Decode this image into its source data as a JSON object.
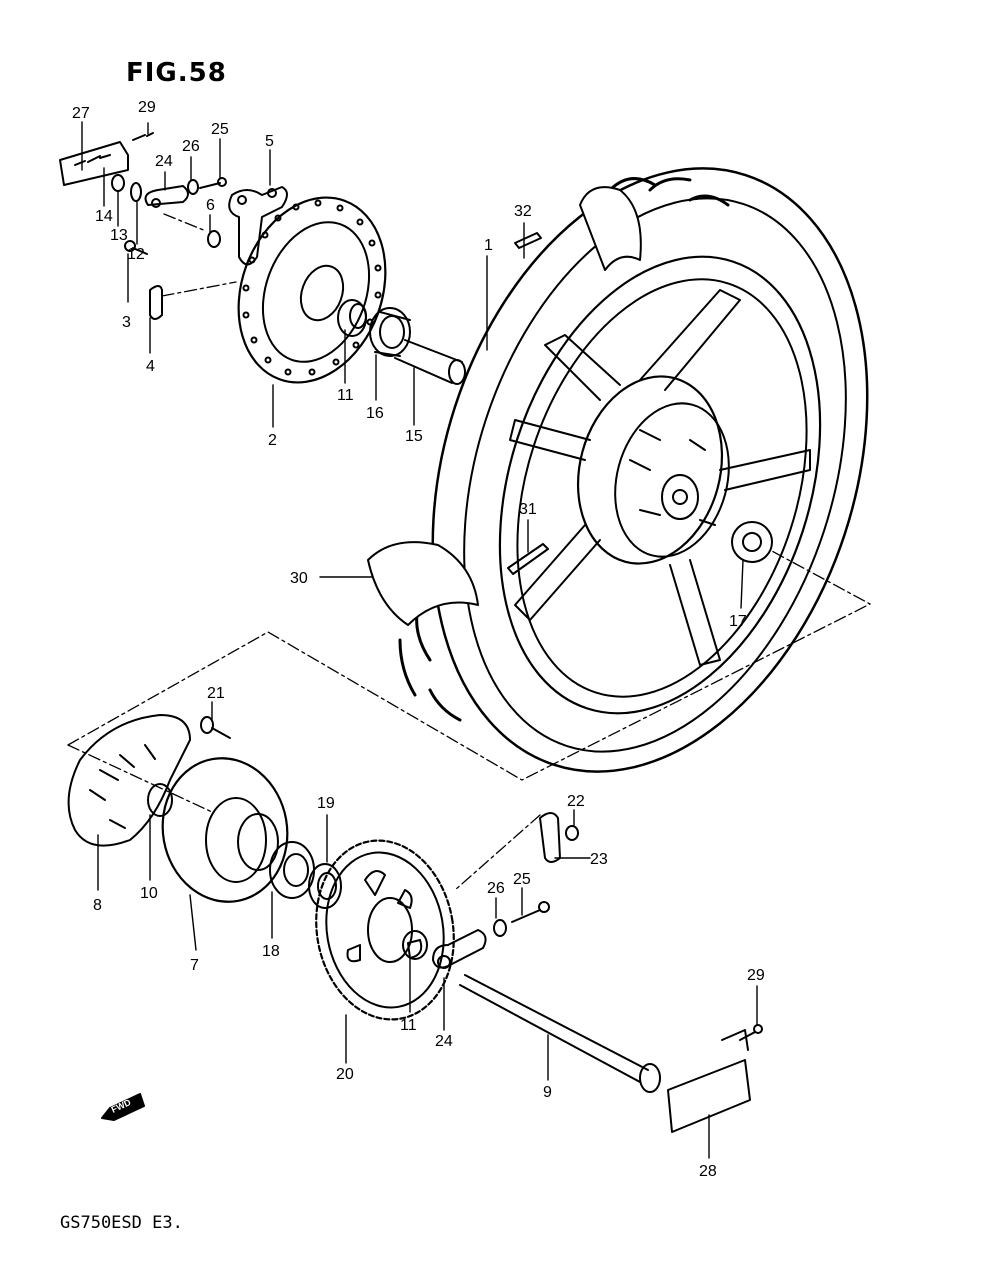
{
  "figure": {
    "title": "FIG.58",
    "model": "GS750ESD E3."
  },
  "fwd_label": "FWD",
  "callouts": [
    {
      "id": "c1",
      "text": "1"
    },
    {
      "id": "c2",
      "text": "2"
    },
    {
      "id": "c3",
      "text": "3"
    },
    {
      "id": "c4",
      "text": "4"
    },
    {
      "id": "c5",
      "text": "5"
    },
    {
      "id": "c6",
      "text": "6"
    },
    {
      "id": "c7",
      "text": "7"
    },
    {
      "id": "c8",
      "text": "8"
    },
    {
      "id": "c9",
      "text": "9"
    },
    {
      "id": "c10",
      "text": "10"
    },
    {
      "id": "c11a",
      "text": "11"
    },
    {
      "id": "c11b",
      "text": "11"
    },
    {
      "id": "c12",
      "text": "12"
    },
    {
      "id": "c13",
      "text": "13"
    },
    {
      "id": "c14",
      "text": "14"
    },
    {
      "id": "c15",
      "text": "15"
    },
    {
      "id": "c16",
      "text": "16"
    },
    {
      "id": "c17",
      "text": "17"
    },
    {
      "id": "c18",
      "text": "18"
    },
    {
      "id": "c19",
      "text": "19"
    },
    {
      "id": "c20",
      "text": "20"
    },
    {
      "id": "c21",
      "text": "21"
    },
    {
      "id": "c22",
      "text": "22"
    },
    {
      "id": "c23",
      "text": "23"
    },
    {
      "id": "c24a",
      "text": "24"
    },
    {
      "id": "c24b",
      "text": "24"
    },
    {
      "id": "c25a",
      "text": "25"
    },
    {
      "id": "c25b",
      "text": "25"
    },
    {
      "id": "c26a",
      "text": "26"
    },
    {
      "id": "c26b",
      "text": "26"
    },
    {
      "id": "c27",
      "text": "27"
    },
    {
      "id": "c28",
      "text": "28"
    },
    {
      "id": "c29a",
      "text": "29"
    },
    {
      "id": "c29b",
      "text": "29"
    },
    {
      "id": "c30",
      "text": "30"
    },
    {
      "id": "c31",
      "text": "31"
    },
    {
      "id": "c32",
      "text": "32"
    }
  ]
}
